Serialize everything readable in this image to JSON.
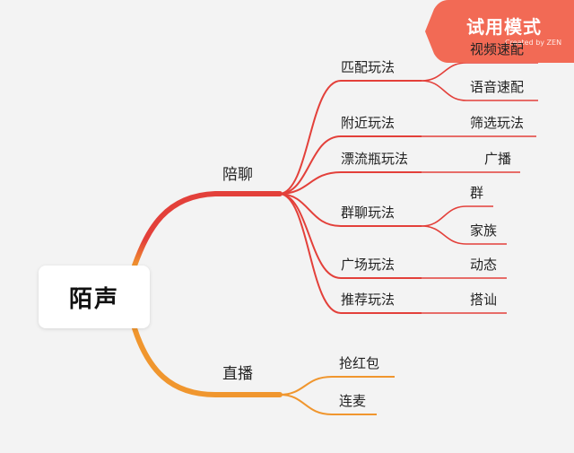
{
  "root": {
    "label": "陌声"
  },
  "branches": [
    {
      "label": "陪聊",
      "children": [
        {
          "label": "匹配玩法",
          "children": [
            "视频速配",
            "语音速配"
          ]
        },
        {
          "label": "附近玩法",
          "children": [
            "筛选玩法"
          ]
        },
        {
          "label": "漂流瓶玩法",
          "children": [
            "广播"
          ]
        },
        {
          "label": "群聊玩法",
          "children": [
            "群",
            "家族"
          ]
        },
        {
          "label": "广场玩法",
          "children": [
            "动态"
          ]
        },
        {
          "label": "推荐玩法",
          "children": [
            "搭讪"
          ]
        }
      ]
    },
    {
      "label": "直播",
      "children": [
        {
          "label": "抢红包"
        },
        {
          "label": "连麦"
        }
      ]
    }
  ],
  "watermark": {
    "title": "试用模式",
    "subtitle": "Created by ZEN"
  },
  "colors": {
    "upper_branch": "#e3403a",
    "lower_branch": "#f0962e",
    "badge": "#f26a55",
    "background": "#f3f3f3"
  }
}
